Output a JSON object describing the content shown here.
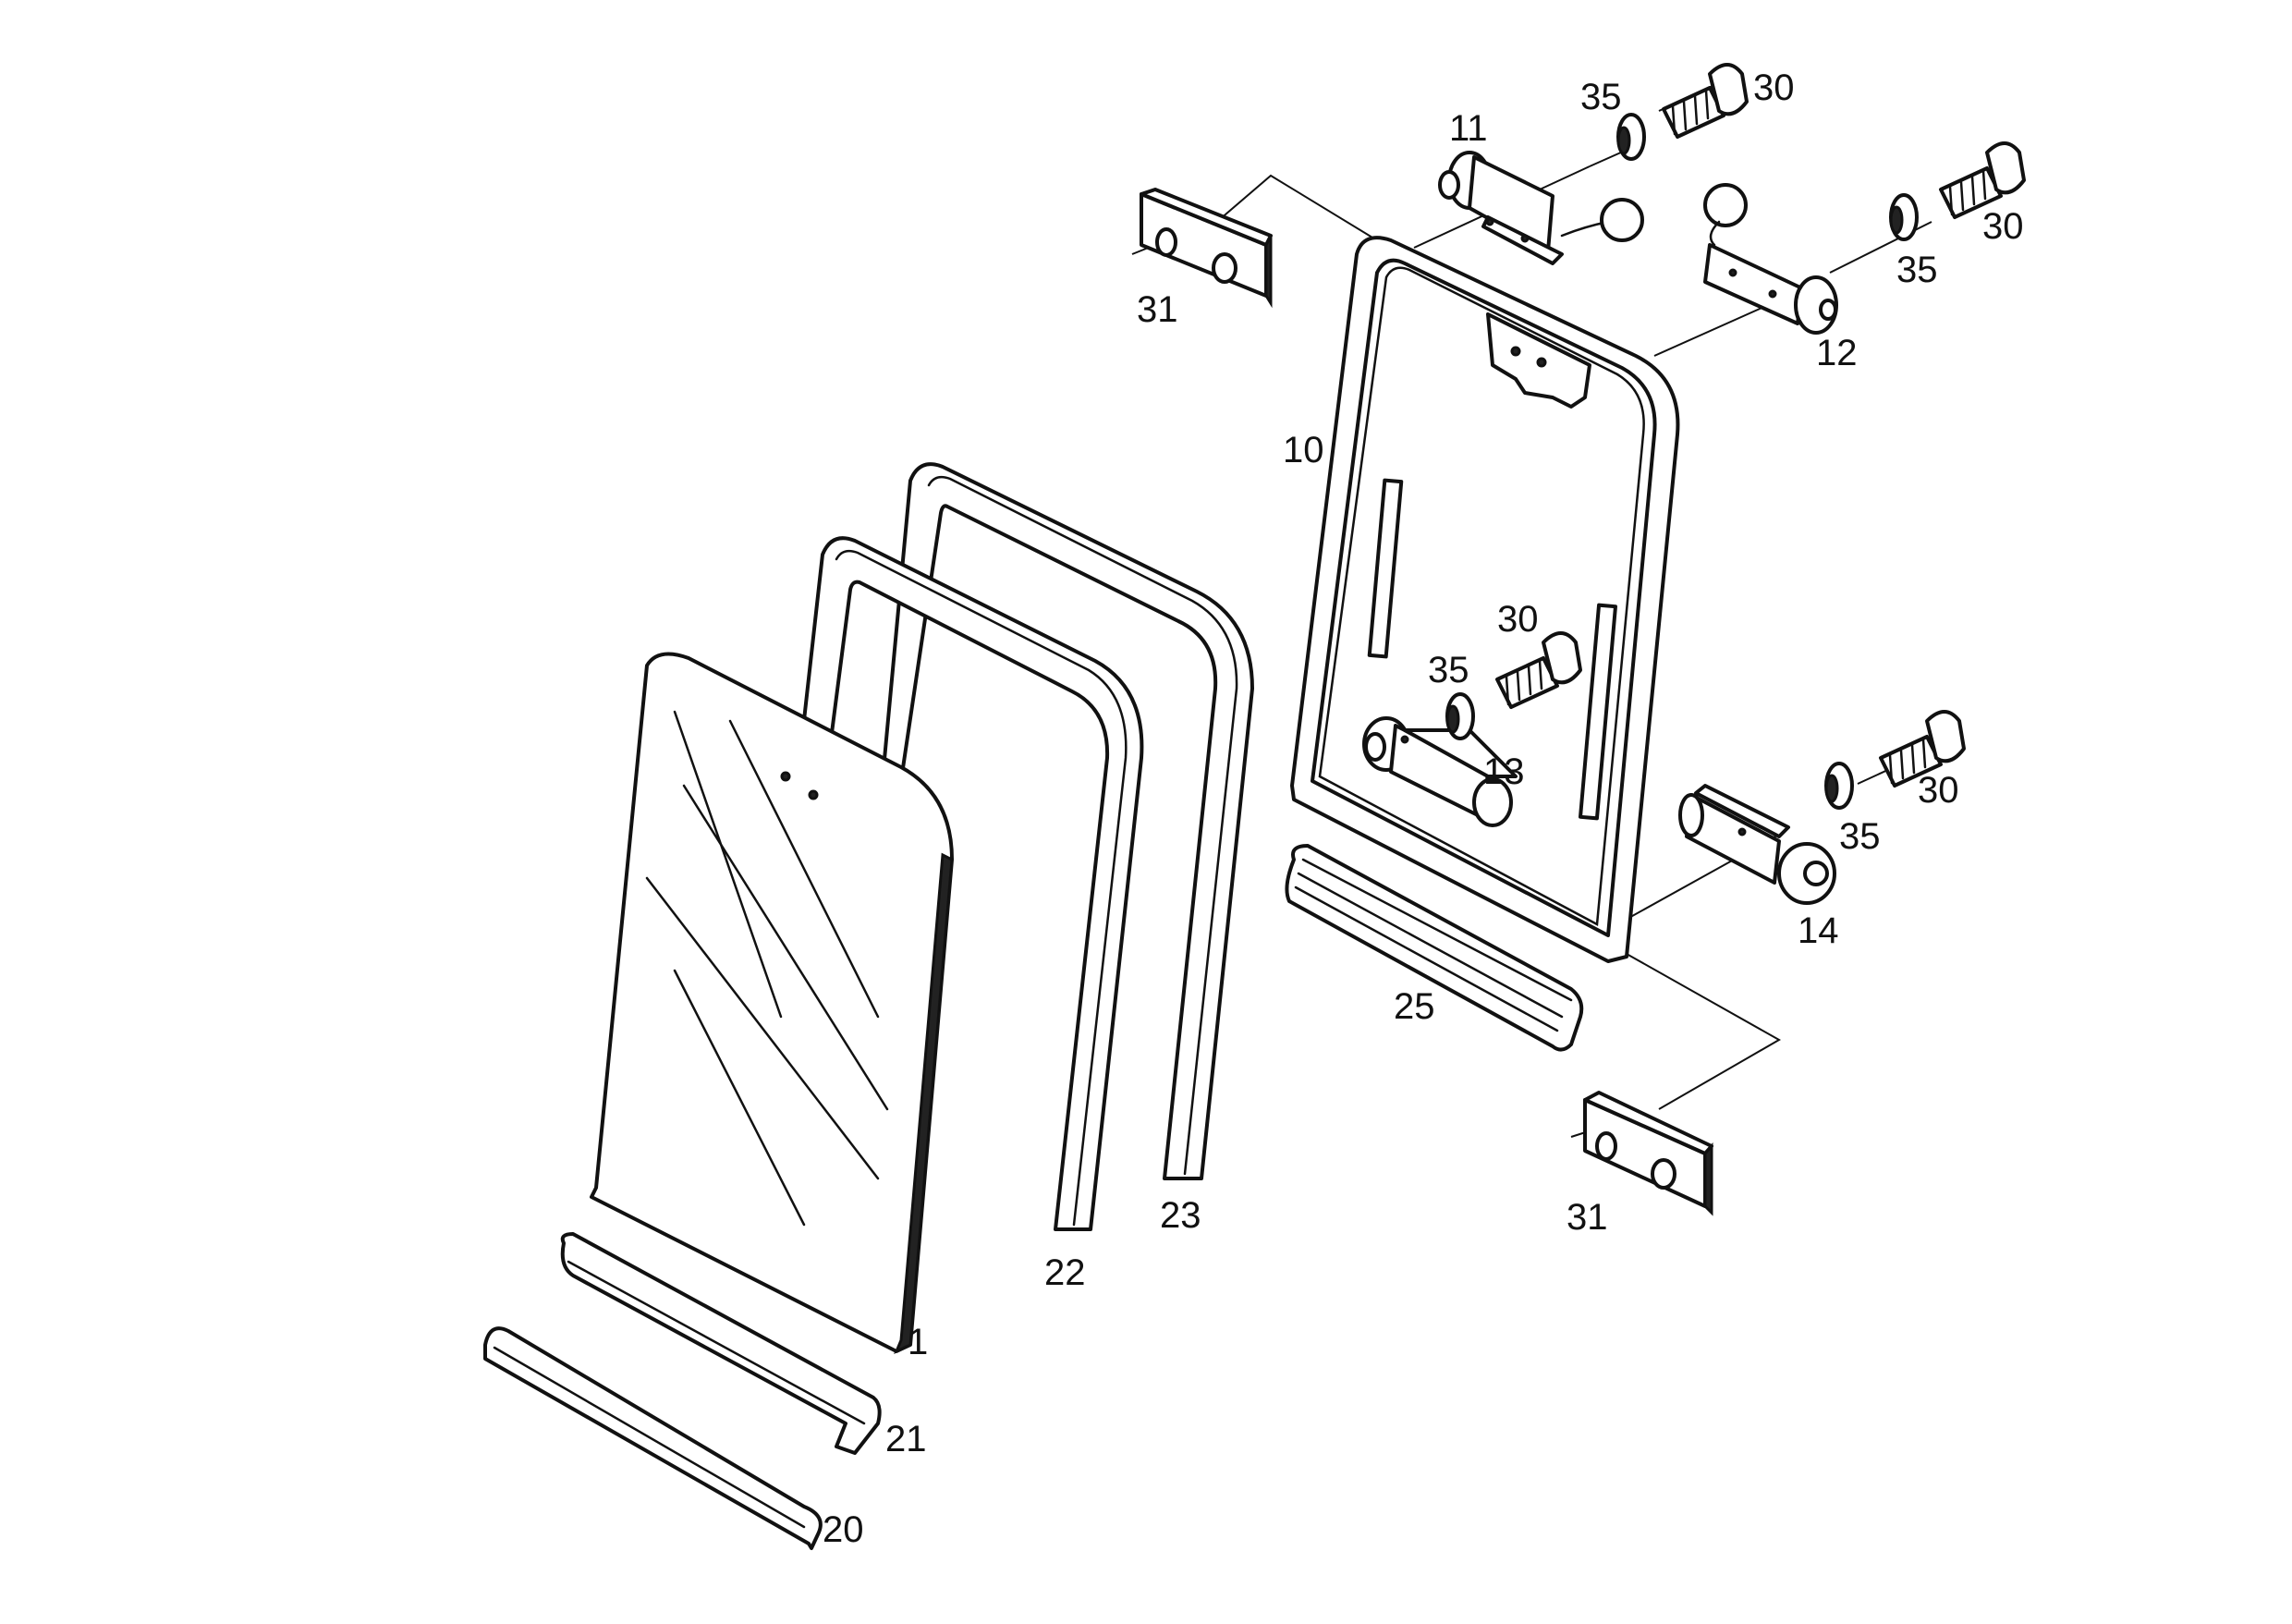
{
  "diagram": {
    "labels": {
      "p1": "1",
      "p10": "10",
      "p11": "11",
      "p12": "12",
      "p13": "13",
      "p14": "14",
      "p20": "20",
      "p21": "21",
      "p22": "22",
      "p23": "23",
      "p25": "25",
      "p30a": "30",
      "p30b": "30",
      "p30c": "30",
      "p30d": "30",
      "p31a": "31",
      "p31b": "31",
      "p35a": "35",
      "p35b": "35",
      "p35c": "35",
      "p35d": "35"
    }
  }
}
